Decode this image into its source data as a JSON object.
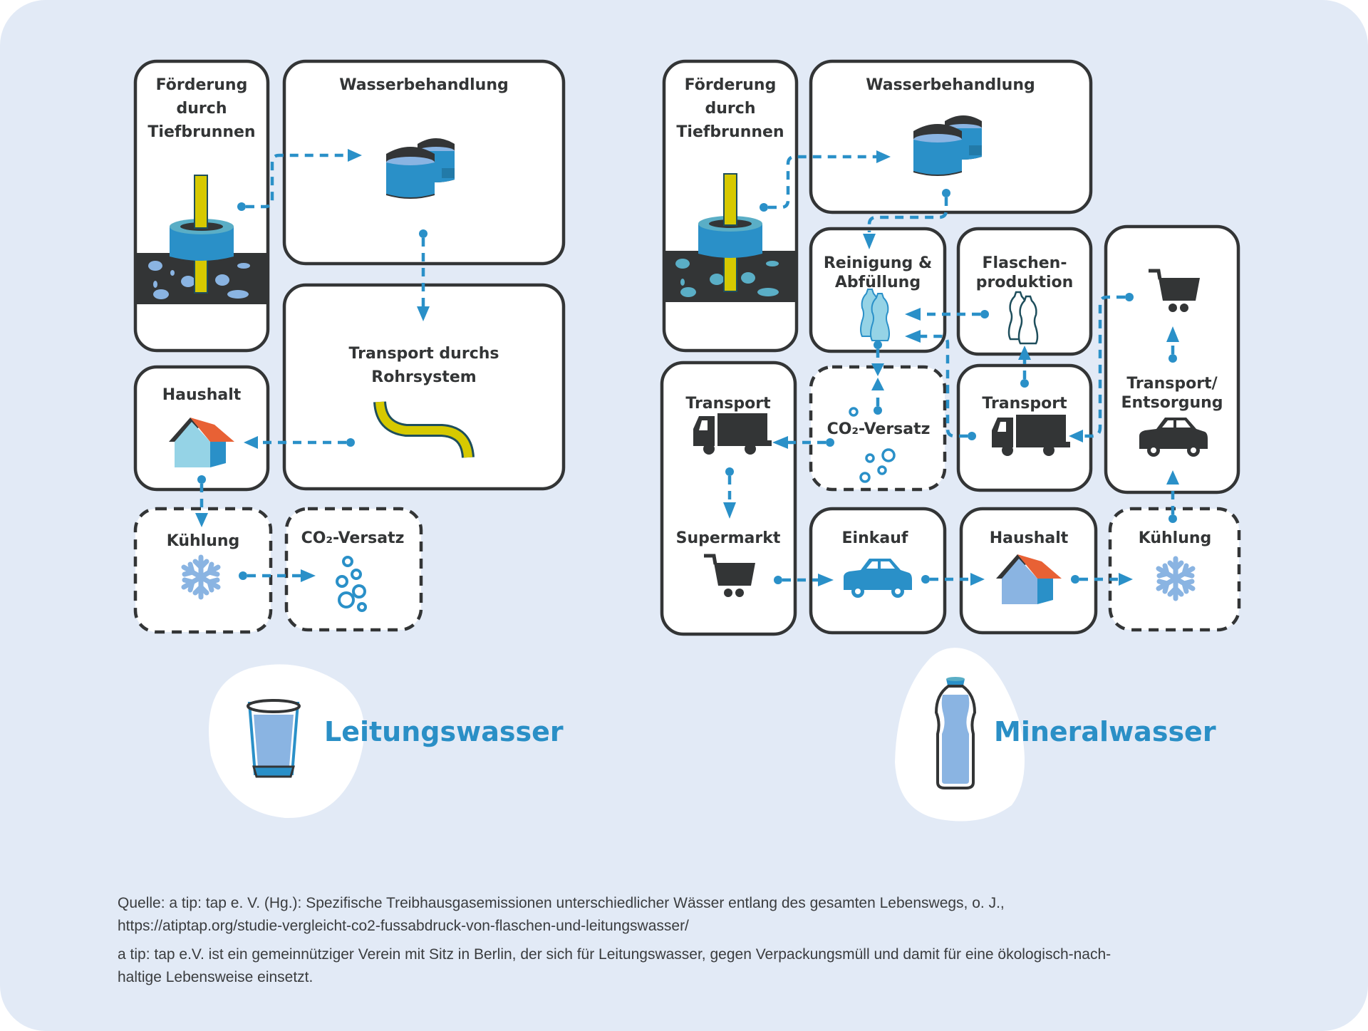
{
  "colors": {
    "background": "#e2eaf6",
    "accent": "#2a90c8",
    "outline": "#333536",
    "pipe_yellow": "#d6c900",
    "roof_orange": "#e86135",
    "light_blue": "#8ab4e2",
    "title_blue": "#2a8fc6"
  },
  "tap_water": {
    "title": "Leitungswasser",
    "icon": "water-glass-icon",
    "steps": {
      "extraction": {
        "label_lines": [
          "Förderung",
          "durch",
          "Tiefbrunnen"
        ],
        "icon": "deep-well-icon"
      },
      "treatment": {
        "label": "Wasserbehandlung",
        "icon": "water-tanks-icon"
      },
      "pipe_transport": {
        "label_lines": [
          "Transport durchs",
          "Rohrsystem"
        ],
        "icon": "pipe-icon"
      },
      "household": {
        "label": "Haushalt",
        "icon": "house-icon"
      },
      "cooling": {
        "label": "Kühlung",
        "icon": "snowflake-icon",
        "optional": true
      },
      "carbonation": {
        "label": "CO₂-Versatz",
        "icon": "bubbles-icon",
        "optional": true
      }
    }
  },
  "mineral_water": {
    "title": "Mineralwasser",
    "icon": "water-bottle-icon",
    "steps": {
      "extraction": {
        "label_lines": [
          "Förderung",
          "durch",
          "Tiefbrunnen"
        ],
        "icon": "deep-well-icon"
      },
      "treatment": {
        "label": "Wasserbehandlung",
        "icon": "water-tanks-icon"
      },
      "cleaning_filling": {
        "label_lines": [
          "Reinigung &",
          "Abfüllung"
        ],
        "icon": "filled-bottles-icon"
      },
      "bottle_production": {
        "label_lines": [
          "Flaschen-",
          "produktion"
        ],
        "icon": "empty-bottles-icon"
      },
      "transport_disposal": {
        "label_lines": [
          "Transport/",
          "Entsorgung"
        ],
        "icon": "car-icon",
        "icon2": "shopping-cart-icon"
      },
      "transport_supermarket": {
        "label": "Transport",
        "label2": "Supermarkt",
        "icon": "truck-icon",
        "icon2": "shopping-cart-icon"
      },
      "carbonation": {
        "label": "CO₂-Versatz",
        "icon": "bubbles-icon",
        "optional": true
      },
      "transport_bottles": {
        "label": "Transport",
        "icon": "truck-icon"
      },
      "purchase": {
        "label": "Einkauf",
        "icon": "car-icon"
      },
      "household": {
        "label": "Haushalt",
        "icon": "house-icon"
      },
      "cooling": {
        "label": "Kühlung",
        "icon": "snowflake-icon",
        "optional": true
      }
    }
  },
  "footer": {
    "source_line1": "Quelle: a tip: tap e. V. (Hg.): Spezifische Treibhausgasemissionen unterschiedlicher Wässer entlang des gesamten Lebenswegs, o. J.,",
    "source_line2": "https://atiptap.org/studie-vergleicht-co2-fussabdruck-von-flaschen-und-leitungswasser/",
    "note_line1": "a tip: tap e.V. ist ein gemeinnütziger Verein mit Sitz in Berlin, der sich für Leitungswasser, gegen Verpackungsmüll und damit für eine ökologisch-nach-",
    "note_line2": "haltige Lebensweise einsetzt."
  }
}
